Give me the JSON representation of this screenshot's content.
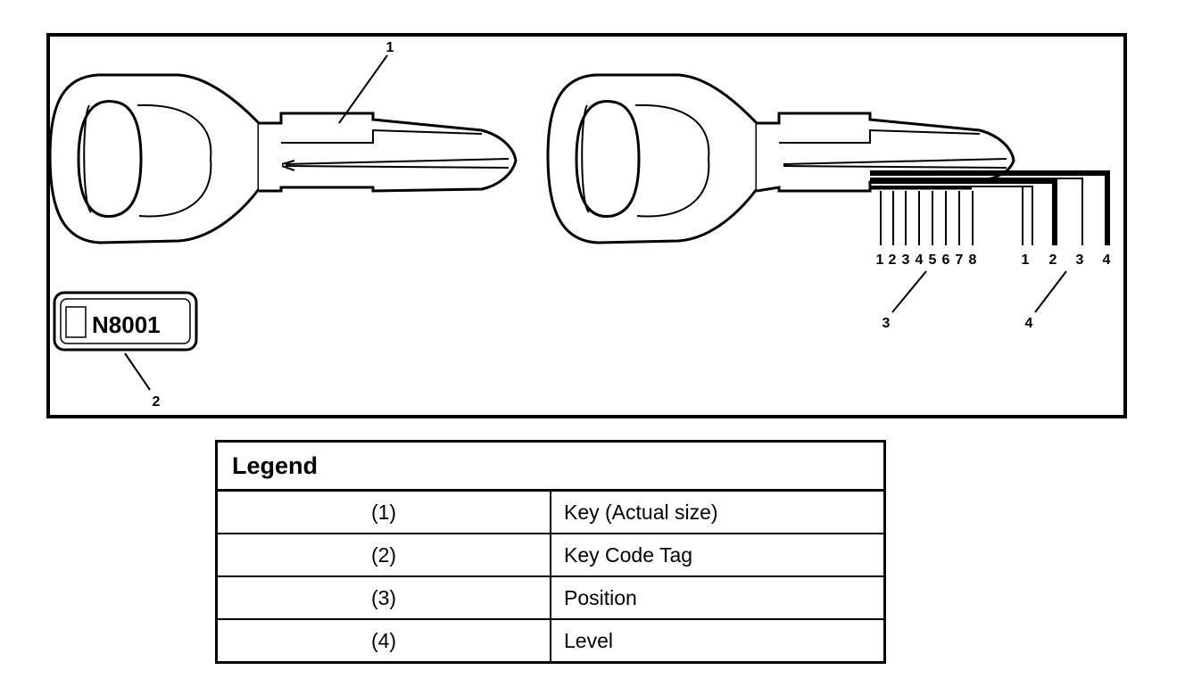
{
  "diagram": {
    "callouts": [
      "1",
      "2",
      "3",
      "4"
    ],
    "tag_code": "N8001",
    "position_numbers": [
      "1",
      "2",
      "3",
      "4",
      "5",
      "6",
      "7",
      "8"
    ],
    "level_numbers": [
      "1",
      "2",
      "3",
      "4"
    ]
  },
  "legend": {
    "title": "Legend",
    "rows": [
      {
        "num": "(1)",
        "desc": "Key (Actual size)"
      },
      {
        "num": "(2)",
        "desc": "Key Code Tag"
      },
      {
        "num": "(3)",
        "desc": "Position"
      },
      {
        "num": "(4)",
        "desc": "Level"
      }
    ]
  }
}
